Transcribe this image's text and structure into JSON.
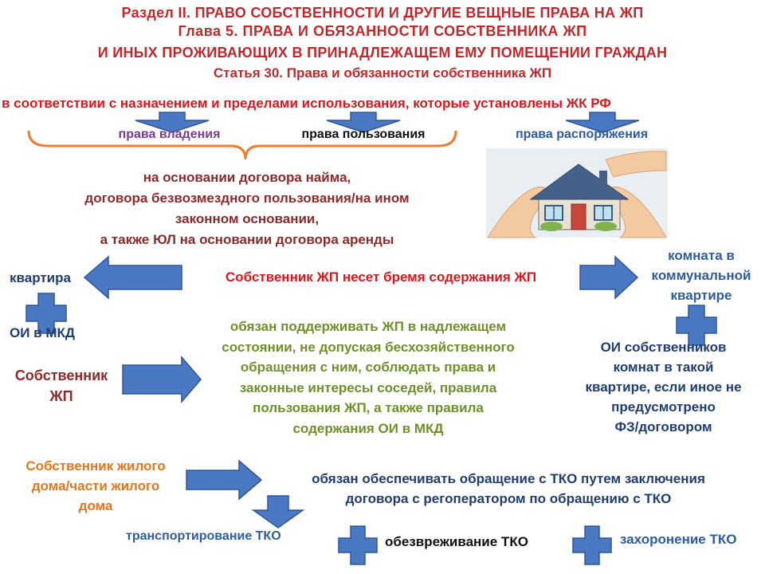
{
  "header": {
    "line1": "Раздел II. ПРАВО СОБСТВЕННОСТИ И ДРУГИЕ ВЕЩНЫЕ ПРАВА НА ЖП",
    "line2": "Глава 5. ПРАВА И ОБЯЗАННОСТИ СОБСТВЕННИКА ЖП",
    "line3": "И ИНЫХ ПРОЖИВАЮЩИХ В ПРИНАДЛЕЖАЩЕМ ЕМУ ПОМЕЩЕНИИ ГРАЖДАН",
    "line4": "Статья  30. Права и обязанности собственника ЖП"
  },
  "purpose_line": "в соответствии  с назначением и пределами использования, которые установлены ЖК РФ",
  "rights": {
    "possession": "права владения",
    "use": "права пользования",
    "disposal": "права распоряжения"
  },
  "basis_text": [
    "на основании договора найма,",
    "договора безвозмездного пользования/на ином",
    "законном основании,",
    "а также ЮЛ на основании договора аренды"
  ],
  "burden": {
    "center": "Собственник ЖП несет бремя содержания ЖП",
    "left_item": "квартира",
    "left_plus_item": "ОИ в МКД",
    "right_item_lines": [
      "комната в",
      "коммунальной",
      "квартире"
    ],
    "right_plus_lines": [
      "ОИ собственников",
      "комнат в такой",
      "квартире, если иное не",
      "предусмотрено",
      "ФЗ/договором"
    ]
  },
  "owner_duty": {
    "label_lines": [
      "Собственник",
      "ЖП"
    ],
    "text_lines": [
      "обязан поддерживать ЖП в надлежащем",
      "состоянии, не допуская бесхозяйственного",
      "обращения с ним, соблюдать права и",
      "законные интересы соседей, правила",
      "пользования ЖП, а также правила",
      "содержания ОИ в МКД"
    ]
  },
  "house_duty": {
    "label_lines": [
      "Собственник жилого",
      "дома/части жилого",
      "дома"
    ],
    "text_lines": [
      "обязан обеспечивать обращение с ТКО путем заключения",
      "договора с регоператором по обращению с ТКО"
    ]
  },
  "tko": {
    "transport": "транспортирование ТКО",
    "neutralize": "обезвреживание ТКО",
    "burial": "захоронение ТКО"
  },
  "colors": {
    "title": "#c0282c",
    "arrow_fill": "#4a78c2",
    "arrow_stroke": "#2f5597",
    "bracket": "#ed7d31"
  },
  "image": {
    "description_icon": "house-in-hands-illustration"
  }
}
